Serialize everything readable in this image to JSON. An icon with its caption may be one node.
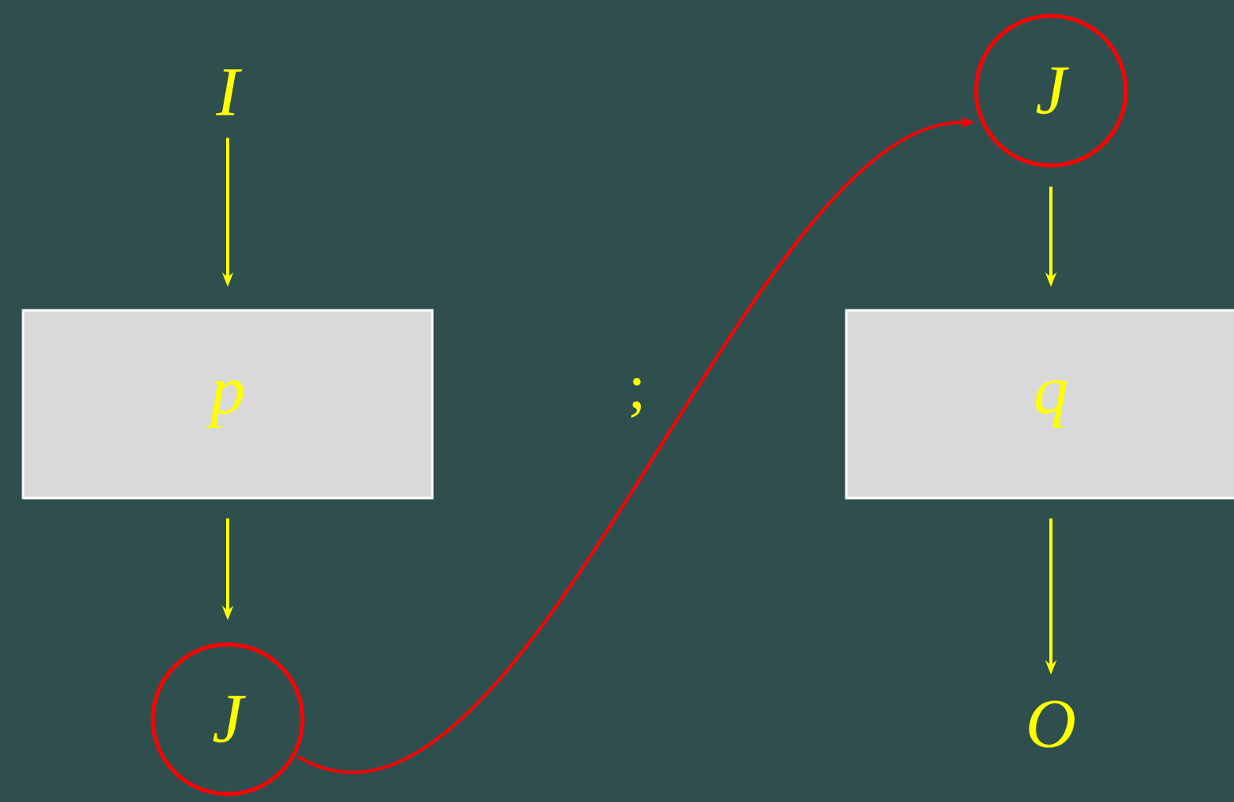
{
  "diagram": {
    "nodes": [
      {
        "text": [
          "I"
        ]
      },
      {
        "text": [
          "p"
        ]
      },
      {
        "text": [
          "J"
        ]
      },
      {
        "text": [
          "J"
        ]
      },
      {
        "text": [
          "q"
        ]
      },
      {
        "text": [
          "O"
        ]
      }
    ],
    "edges": [
      {
        "from": 0,
        "to": 1,
        "arrow": "to"
      },
      {
        "from": 1,
        "to": 2,
        "arrow": "to"
      },
      {
        "from": 2,
        "to": 3,
        "arrow": "to",
        "color": "#ff0000"
      },
      {
        "from": 3,
        "to": 4,
        "arrow": "to"
      },
      {
        "from": 4,
        "to": 5,
        "arrow": "to"
      }
    ],
    "labels": [
      ";"
    ]
  }
}
